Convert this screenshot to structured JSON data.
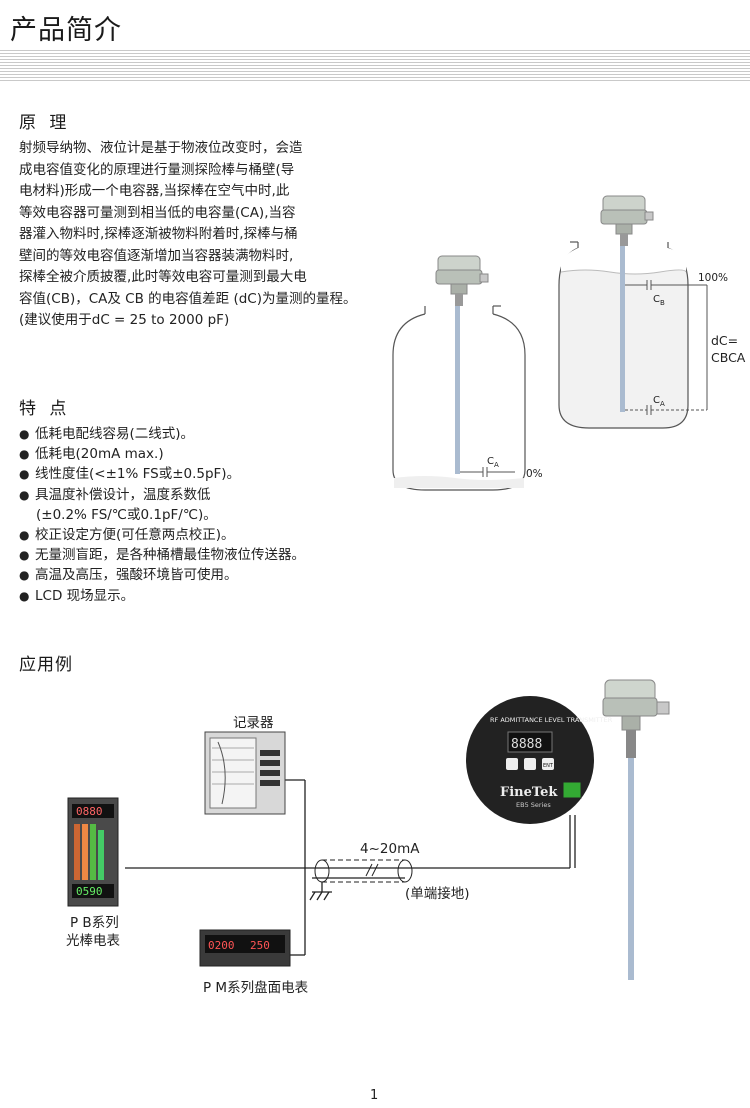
{
  "page": {
    "title": "产品简介",
    "page_number": "1"
  },
  "principle": {
    "heading": "原 理",
    "lines": [
      "射频导纳物、液位计是基于物液位改变时，会造",
      "成电容值变化的原理进行量测探险棒与桶壁(导",
      "电材料)形成一个电容器,当探棒在空气中时,此",
      "等效电容器可量测到相当低的电容量(CA),当容",
      "器灌入物料时,探棒逐渐被物料附着时,探棒与桶",
      "壁间的等效电容值逐渐增加当容器装满物料时,",
      "探棒全被介质披覆,此时等效电容可量测到最大电",
      "容值(CB)，CA及 CB 的电容值差距 (dC)为量测的量程。",
      "(建议使用于dC = 25 to 2000 pF)"
    ]
  },
  "features": {
    "heading": "特 点",
    "bullet": "●",
    "items": [
      "低耗电配线容易(二线式)。",
      "低耗电(20mA max.)",
      "线性度佳(<±1% FS或±0.5pF)。",
      "具温度补偿设计，温度系数低",
      "校正设定方便(可任意两点校正)。",
      "无量测盲距，是各种桶槽最佳物液位传送器。",
      "高温及高压，强酸环境皆可使用。",
      "LCD 现场显示。"
    ],
    "continuation": "(±0.2% FS/℃或0.1pF/℃)。"
  },
  "diagram": {
    "label_ca": "C",
    "label_ca_sub": "A",
    "label_cb": "C",
    "label_cb_sub": "B",
    "empty_level": "0%",
    "full_level": "100%",
    "dc_line1": "dC=",
    "dc_line2": "CBCA"
  },
  "application": {
    "heading": "应用例",
    "recorder_label": "记录器",
    "signal_label": "4~20mA",
    "ground_label": "(单端接地)",
    "pb_line1": "P B系列",
    "pb_line2": "光棒电表",
    "pm_label": "P M系列盘面电表",
    "pb_top_reading": "0880",
    "pb_bottom_reading": "0590",
    "pm_reading_left": "0200",
    "pm_reading_right": "250",
    "transmitter_reading": "8888",
    "transmitter_ring_text": "RF ADMITTANCE LEVEL TRANSMITTER",
    "brand": "FineTek",
    "model": "EB5 Series",
    "ent_label": "ENT"
  }
}
